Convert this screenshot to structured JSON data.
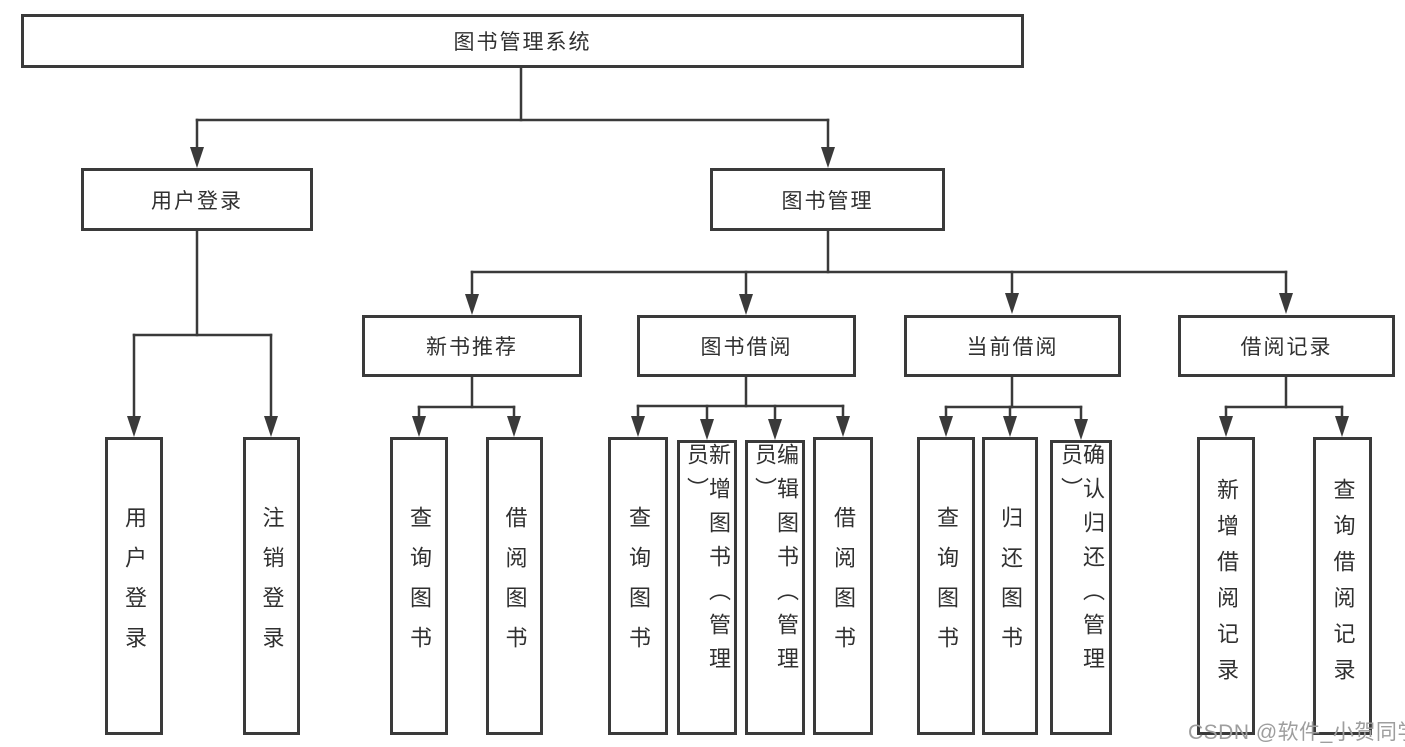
{
  "diagram": {
    "root": {
      "label": "图书管理系统"
    },
    "level2": [
      {
        "label": "用户登录",
        "leaves": [
          {
            "label": "用户登录"
          },
          {
            "label": "注销登录"
          }
        ]
      },
      {
        "label": "图书管理",
        "groups": [
          {
            "label": "新书推荐",
            "leaves": [
              {
                "label": "查询图书"
              },
              {
                "label": "借阅图书"
              }
            ]
          },
          {
            "label": "图书借阅",
            "leaves": [
              {
                "label": "查询图书"
              },
              {
                "label": "新增图书（管理员）"
              },
              {
                "label": "编辑图书（管理员）"
              },
              {
                "label": "借阅图书"
              }
            ]
          },
          {
            "label": "当前借阅",
            "leaves": [
              {
                "label": "查询图书"
              },
              {
                "label": "归还图书"
              },
              {
                "label": "确认归还（管理员）"
              }
            ]
          },
          {
            "label": "借阅记录",
            "leaves": [
              {
                "label": "新增借阅记录"
              },
              {
                "label": "查询借阅记录"
              }
            ]
          }
        ]
      }
    ]
  },
  "watermark": {
    "text": "CSDN @软件_小贺同学"
  },
  "colors": {
    "line": "#3a3a3a",
    "border": "#3a3a3a",
    "text": "#303030",
    "watermark": "#9e9e9e",
    "background": "#ffffff"
  }
}
